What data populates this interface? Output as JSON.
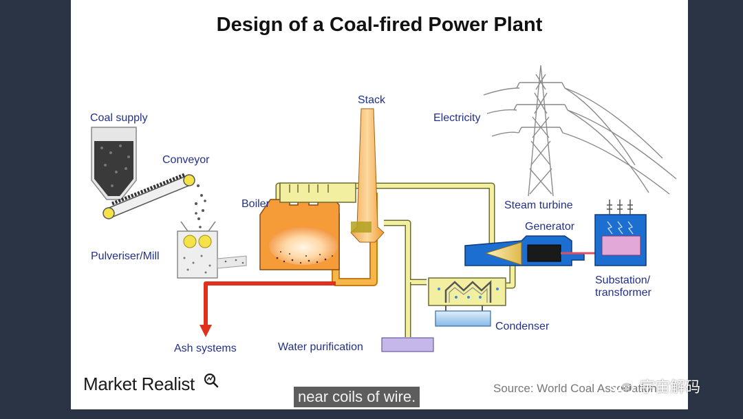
{
  "title": "Design of a Coal-fired Power Plant",
  "labels": {
    "stack": "Stack",
    "coal_supply": "Coal supply",
    "electricity": "Electricity",
    "conveyor": "Conveyor",
    "boiler": "Boiler",
    "steam_turbine": "Steam turbine",
    "generator": "Generator",
    "pulveriser": "Pulveriser/Mill",
    "substation": "Substation/ transformer",
    "condenser": "Condenser",
    "ash_systems": "Ash systems",
    "water_purification": "Water purification"
  },
  "logo": "Market Realist",
  "source": "Source: World Coal Association",
  "subtitle": "near coils of wire.",
  "watermark": "宇宙解码",
  "icons": {
    "logo": "magnifier-chart-icon",
    "watermark": "wechat-icon"
  },
  "colors": {
    "page_background": "#2b3445",
    "label_text": "#22308a",
    "boiler_pipe": "#f0c860",
    "steam_pipe": "#f3efa0",
    "turbine_blue": "#1d6ed1",
    "ash_arrow": "#e0301e",
    "water_box": "#c5b8e8"
  }
}
